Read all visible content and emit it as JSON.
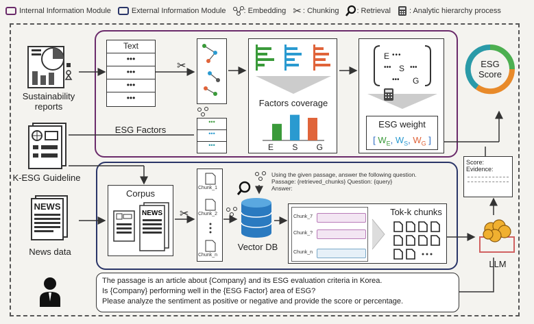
{
  "legend": {
    "internal": "Internal Information Module",
    "external": "External Information Module",
    "embedding": ": Embedding",
    "chunking": ": Chunking",
    "retrieval": ": Retrieval",
    "ahp": ": Analytic hierarchy process"
  },
  "sources": {
    "sustainability": "Sustainability reports",
    "kesg": "K-ESG Guideline",
    "news": "News data"
  },
  "internal": {
    "text_header": "Text",
    "dots": "•••",
    "esg_factors": "ESG Factors",
    "factors_coverage": "Factors coverage",
    "bar_labels": [
      "E",
      "S",
      "G"
    ],
    "bar_values": [
      0.55,
      0.85,
      0.75
    ],
    "matrix_e": "E",
    "matrix_s": "S",
    "matrix_g": "G",
    "esg_weight": "ESG weight",
    "weights": [
      "W",
      "E",
      "W",
      "S",
      "W",
      "G"
    ]
  },
  "external": {
    "corpus": "Corpus",
    "chunks": [
      "Chunk_1",
      "Chunk_2",
      "Chunk_n"
    ],
    "vector_db": "Vector DB",
    "topk": "Tok-k chunks",
    "chunk_rows": [
      "Chunk_7",
      "Chunk_?",
      "Chunk_n"
    ],
    "prompt_line1": "Using the given passage, answer the following question.",
    "prompt_line2": "Passage: {retrieved_chunks} Question: {query}",
    "prompt_line3": "Answer:"
  },
  "score": {
    "title_line1": "ESG",
    "title_line2": "Score",
    "evidence_score": "Score:",
    "evidence_label": "Evidence:"
  },
  "llm": "LLM",
  "query": {
    "line1": "The passage is an article about {Company} and its ESG evaluation criteria in Korea.",
    "line2": "Is {Company} performing well in the {ESG Factor} area of ESG?",
    "line3": "Please analyze the sentiment as positive or negative and provide the score or percentage."
  },
  "colors": {
    "internal": "#6a2a6a",
    "external": "#2a3568",
    "e": "#3a9a3a",
    "s": "#2a9ad0",
    "g": "#e0643a",
    "score_ring_green": "#4caf50",
    "score_ring_orange": "#e88a2a",
    "score_ring_teal": "#2a9aa8"
  }
}
